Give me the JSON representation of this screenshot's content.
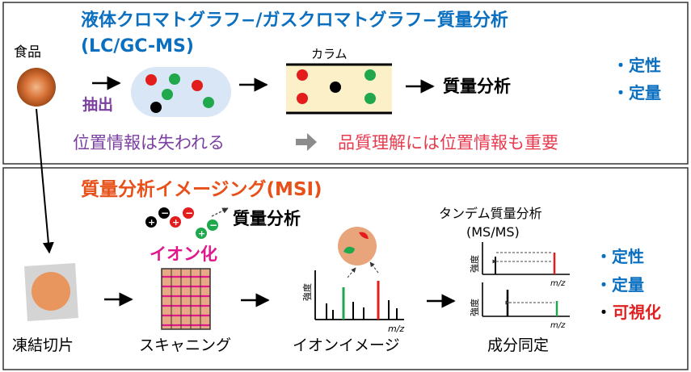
{
  "top": {
    "title_line1": "液体クロマトグラフ−/ガスクロマトグラフ−質量分析",
    "title_line2": "(LC/GC-MS)",
    "food_label": "食品",
    "extract_label": "抽出",
    "column_label": "カラム",
    "mass_analysis_label": "質量分析",
    "bullet_qualitative": "・定性",
    "bullet_quantitative": "・定量",
    "position_lost": "位置情報は失われる",
    "position_important": "品質理解には位置情報も重要"
  },
  "bottom": {
    "title": "質量分析イメージング(MSI)",
    "mass_analysis_label": "質量分析",
    "ionization_label": "イオン化",
    "tandem_label": "タンデム質量分析",
    "tandem_sub": "(MS/MS)",
    "intensity_label": "強度",
    "mz_label": "m/z",
    "frozen_section": "凍結切片",
    "scanning": "スキャニング",
    "ion_image": "イオンイメージ",
    "component_id": "成分同定",
    "bullet_qualitative": "・定性",
    "bullet_quantitative": "・定量",
    "bullet_visualize_dot": "・",
    "bullet_visualize": "可視化"
  },
  "colors": {
    "title_blue": "#0b6fc0",
    "msi_red": "#e8501a",
    "purple": "#7b3fa0",
    "red_text": "#e83a4f",
    "magenta": "#e0178a",
    "bullet_blue": "#0b6fc0",
    "bullet_red": "#e02020",
    "dot_red": "#e31c1c",
    "dot_green": "#1fa84c",
    "column_fill": "#fbf0c8",
    "extract_fill": "#d8e6f6",
    "food_orange": "#e8955e",
    "slide_gray": "#d4d4d4"
  }
}
